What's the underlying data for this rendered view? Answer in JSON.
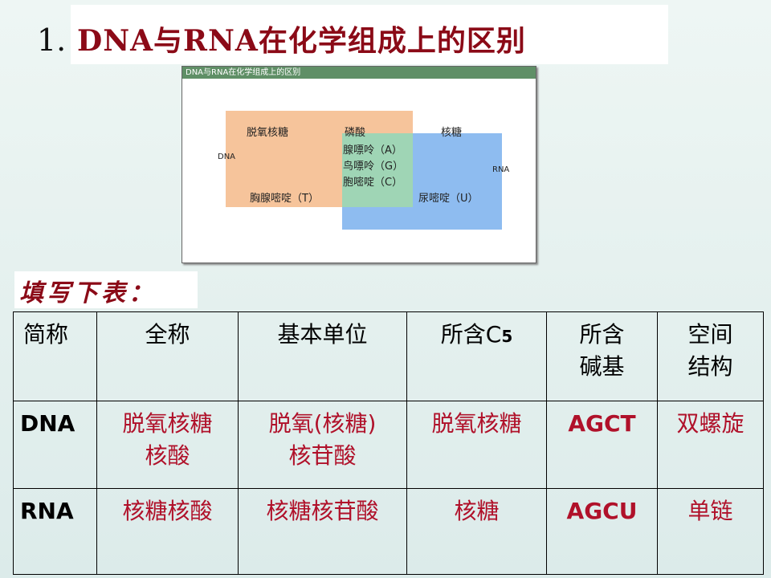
{
  "title": {
    "number": "1.",
    "text": "DNA与RNA在化学组成上的区别"
  },
  "figure": {
    "window_title": "DNA与RNA在化学组成上的区别",
    "dna_label": "DNA",
    "rna_label": "RNA",
    "dna_only_top": "脱氧核糖",
    "dna_only_bottom": "胸腺嘧啶（T）",
    "shared": [
      "磷酸",
      "腺嘌呤（A）",
      "鸟嘌呤（G）",
      "胞嘧啶（C）"
    ],
    "rna_only_top": "核糖",
    "rna_only_bottom": "尿嘧啶（U）",
    "colors": {
      "dna": "#f6c49b",
      "rna": "#8ebcf0",
      "overlap": "#9fd5b5"
    }
  },
  "fill_label": "填写下表：",
  "table": {
    "headers": {
      "abbr": "简称",
      "full": "全称",
      "unit": "基本单位",
      "c5_main": "所含C",
      "c5_sub": "5",
      "base_l1": "所含",
      "base_l2": "碱基",
      "struct_l1": "空间",
      "struct_l2": "结构"
    },
    "dna": {
      "abbr": "DNA",
      "full_l1": "脱氧核糖",
      "full_l2": "核酸",
      "unit_l1": "脱氧(核糖)",
      "unit_l2": "核苷酸",
      "c5": "脱氧核糖",
      "bases": "AGCT",
      "structure": "双螺旋"
    },
    "rna": {
      "abbr": "RNA",
      "full": "核糖核酸",
      "unit": "核糖核苷酸",
      "c5": "核糖",
      "bases": "AGCU",
      "structure": "单链"
    }
  }
}
